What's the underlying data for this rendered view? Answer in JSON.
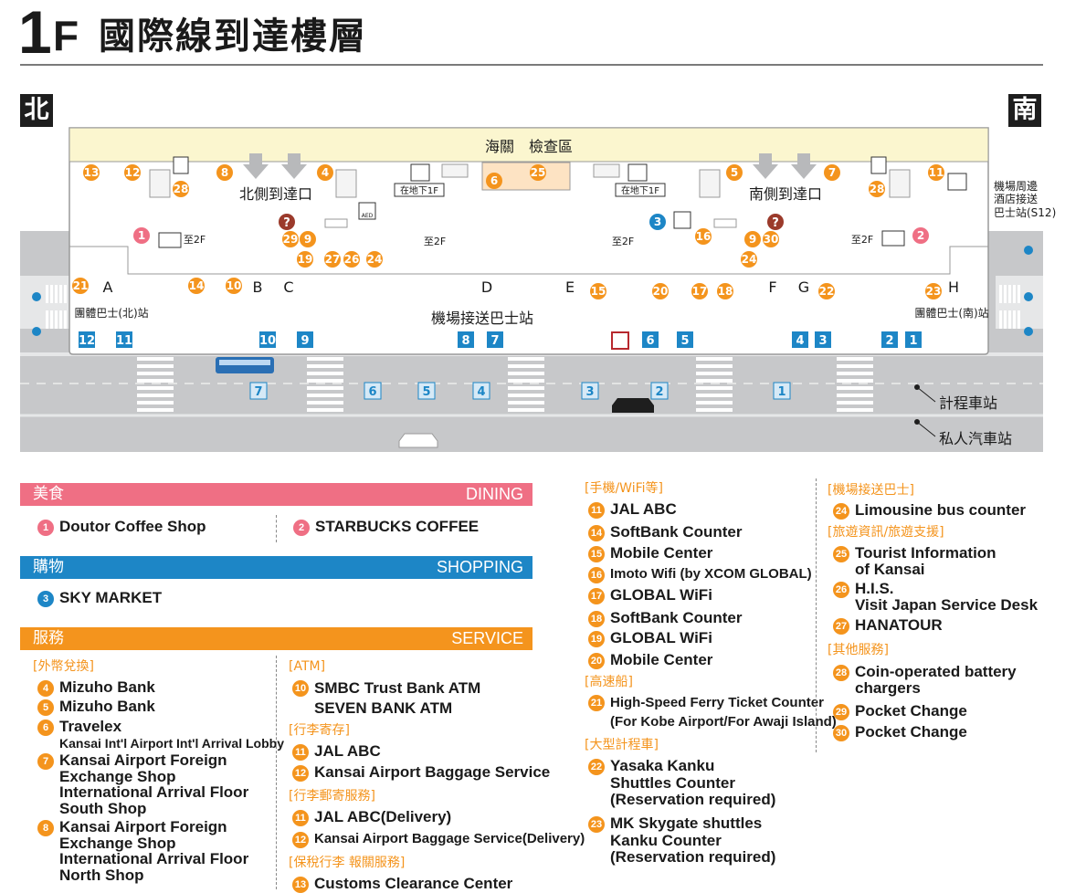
{
  "title": {
    "floor_num": "1",
    "floor_f": "F",
    "text": "國際線到達樓層"
  },
  "compass": {
    "north": "北",
    "south": "南"
  },
  "map": {
    "customs_label": "海關　檢查區",
    "north_exit": "北側到達口",
    "south_exit": "南側到達口",
    "airport_bus_station": "機場接送巴士站",
    "group_bus_north": "團體巴士(北)站",
    "group_bus_south": "團體巴士(南)站",
    "hotel_shuttle": [
      "機場周邊",
      "酒店接送",
      "巴士站(S12)"
    ],
    "taxi_station": "計程車站",
    "private_car_station": "私人汽車站",
    "stairs_2f": "至2F",
    "underground_1f": "在地下1F",
    "aed": "AED",
    "gates": [
      "A",
      "B",
      "C",
      "D",
      "E",
      "F",
      "G",
      "H"
    ],
    "bus_stops_upper": [
      "12",
      "11",
      "10",
      "9",
      "8",
      "7",
      "6",
      "5",
      "4",
      "3",
      "2",
      "1"
    ],
    "bus_stops_lower": [
      "7",
      "6",
      "5",
      "4",
      "3",
      "2",
      "1"
    ],
    "pins": [
      "13",
      "12",
      "8",
      "28",
      "4",
      "25",
      "6",
      "5",
      "7",
      "28",
      "11",
      "1",
      "29",
      "9",
      "3",
      "16",
      "9",
      "30",
      "2",
      "19",
      "27",
      "26",
      "24",
      "24",
      "21",
      "14",
      "10",
      "15",
      "20",
      "17",
      "18",
      "23",
      "22"
    ]
  },
  "colors": {
    "dining": "#ef6f84",
    "shopping": "#1d86c6",
    "service": "#f4941d",
    "customs": "#fbf6cf",
    "road": "#c7c8ca",
    "building": "#ffffff"
  },
  "legend": {
    "dining": {
      "zh": "美食",
      "en": "DINING",
      "items": [
        {
          "num": "1",
          "name": "Doutor Coffee Shop"
        },
        {
          "num": "2",
          "name": "STARBUCKS COFFEE"
        }
      ]
    },
    "shopping": {
      "zh": "購物",
      "en": "SHOPPING",
      "items": [
        {
          "num": "3",
          "name": "SKY MARKET"
        }
      ]
    },
    "service": {
      "zh": "服務",
      "en": "SERVICE",
      "exchange": {
        "label": "[外幣兌換]",
        "items": [
          {
            "num": "4",
            "name": "Mizuho Bank"
          },
          {
            "num": "5",
            "name": "Mizuho Bank"
          },
          {
            "num": "6",
            "name": "Travelex",
            "sub": "Kansai Int'l Airport Int'l Arrival Lobby"
          },
          {
            "num": "7",
            "lines": [
              "Kansai Airport Foreign",
              "Exchange Shop",
              "International Arrival Floor",
              "South Shop"
            ]
          },
          {
            "num": "8",
            "lines": [
              "Kansai Airport Foreign",
              "Exchange Shop",
              "International Arrival Floor",
              "North Shop"
            ]
          }
        ]
      },
      "atm": {
        "label": "[ATM]",
        "num": "10",
        "lines": [
          "SMBC Trust Bank ATM",
          "SEVEN BANK ATM"
        ]
      },
      "baggage_storage": {
        "label": "[行李寄存]",
        "items": [
          {
            "num": "11",
            "name": "JAL ABC"
          },
          {
            "num": "12",
            "name": "Kansai Airport Baggage Service"
          }
        ]
      },
      "baggage_delivery": {
        "label": "[行李郵寄服務]",
        "items": [
          {
            "num": "11",
            "name": "JAL ABC(Delivery)"
          },
          {
            "num": "12",
            "name": "Kansai Airport Baggage Service(Delivery)"
          }
        ]
      },
      "bonded": {
        "label": "[保稅行李 報關服務]",
        "num": "13",
        "name": "Customs Clearance Center"
      }
    },
    "mobile": {
      "label": "[手機/WiFi等]",
      "items": [
        {
          "num": "11",
          "name": "JAL ABC"
        },
        {
          "num": "14",
          "name": "SoftBank Counter"
        },
        {
          "num": "15",
          "name": "Mobile Center"
        },
        {
          "num": "16",
          "name": "Imoto Wifi (by XCOM GLOBAL)"
        },
        {
          "num": "17",
          "name": "GLOBAL WiFi"
        },
        {
          "num": "18",
          "name": "SoftBank Counter"
        },
        {
          "num": "19",
          "name": "GLOBAL WiFi"
        },
        {
          "num": "20",
          "name": "Mobile Center"
        }
      ]
    },
    "ferry": {
      "label": "[高速船]",
      "num": "21",
      "lines": [
        "High-Speed Ferry Ticket Counter",
        "(For Kobe Airport/For Awaji Island)"
      ]
    },
    "large_taxi": {
      "label": "[大型計程車]",
      "items": [
        {
          "num": "22",
          "lines": [
            "Yasaka Kanku",
            "Shuttles Counter",
            "(Reservation required)"
          ]
        },
        {
          "num": "23",
          "lines": [
            "MK Skygate shuttles",
            "Kanku Counter",
            "(Reservation required)"
          ]
        }
      ]
    },
    "airport_bus": {
      "label": "[機場接送巴士]",
      "num": "24",
      "name": "Limousine bus counter"
    },
    "travel_info": {
      "label": "[旅遊資訊/旅遊支援]",
      "items": [
        {
          "num": "25",
          "lines": [
            "Tourist Information",
            "of Kansai"
          ]
        },
        {
          "num": "26",
          "lines": [
            "H.I.S.",
            "Visit Japan Service Desk"
          ]
        },
        {
          "num": "27",
          "lines": [
            "HANATOUR"
          ]
        }
      ]
    },
    "other": {
      "label": "[其他服務]",
      "items": [
        {
          "num": "28",
          "lines": [
            "Coin-operated battery",
            "chargers"
          ]
        },
        {
          "num": "29",
          "lines": [
            "Pocket Change"
          ]
        },
        {
          "num": "30",
          "lines": [
            "Pocket Change"
          ]
        }
      ]
    }
  }
}
